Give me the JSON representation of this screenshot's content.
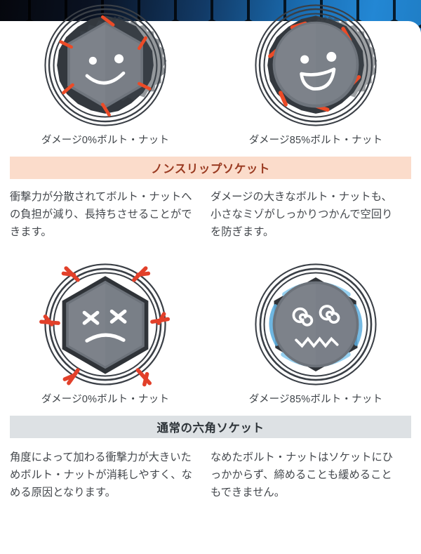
{
  "banner": {
    "pattern": "hexagon-grid",
    "colors": {
      "dark": "#05070d",
      "mid": "#123a66",
      "bright": "#2387d4"
    }
  },
  "theme": {
    "pink_bar_bg": "#fbdccb",
    "pink_bar_text": "#9a3a21",
    "gray_bar_bg": "#dde1e4",
    "gray_bar_text": "#2d3338",
    "body_text": "#44484d",
    "caption_text": "#3f4449",
    "bolt_face": "#7d828a",
    "bolt_shadow": "#2f3338",
    "arrow_red": "#ec4b27",
    "spin_blue": "#3fa0dd"
  },
  "sections": [
    {
      "id": "non-slip-socket",
      "bar_label": "ノンスリップソケット",
      "bar_style": "pink",
      "figures": [
        {
          "id": "nonslip-damage-0",
          "caption": "ダメージ0%ボルト・ナット",
          "face": "smile",
          "bolt_shape": "hexagon",
          "socket_shape": "toothed-ring",
          "arrows": "red",
          "arrow_count": 6
        },
        {
          "id": "nonslip-damage-85",
          "caption": "ダメージ85%ボルト・ナット",
          "face": "open-smile",
          "bolt_shape": "rounded",
          "socket_shape": "toothed-ring",
          "arrows": "red",
          "arrow_count": 6
        }
      ],
      "texts": [
        "衝撃力が分散されてボルト・ナットへの負担が減り、長持ちさせることができます。",
        "ダメージの大きなボルト・ナットも、小さなミゾがしっかりつかんで空回りを防ぎます。"
      ]
    },
    {
      "id": "standard-hex-socket",
      "bar_label": "通常の六角ソケット",
      "bar_style": "gray",
      "figures": [
        {
          "id": "hex-damage-0",
          "caption": "ダメージ0%ボルト・ナット",
          "face": "dead-x-eyes",
          "bolt_shape": "hexagon",
          "socket_shape": "plain-ring",
          "arrows": "red-inward",
          "arrow_count": 6
        },
        {
          "id": "hex-damage-85",
          "caption": "ダメージ85%ボルト・ナット",
          "face": "dizzy-spiral",
          "bolt_shape": "rounded",
          "socket_shape": "plain-ring",
          "arrows": "blue-spin",
          "arrow_count": 0
        }
      ],
      "texts": [
        "角度によって加わる衝撃力が大きいためボルト・ナットが消耗しやすく、なめる原因となります。",
        "なめたボルト・ナットはソケットにひっかからず、締めることも緩めることもできません。"
      ]
    }
  ]
}
